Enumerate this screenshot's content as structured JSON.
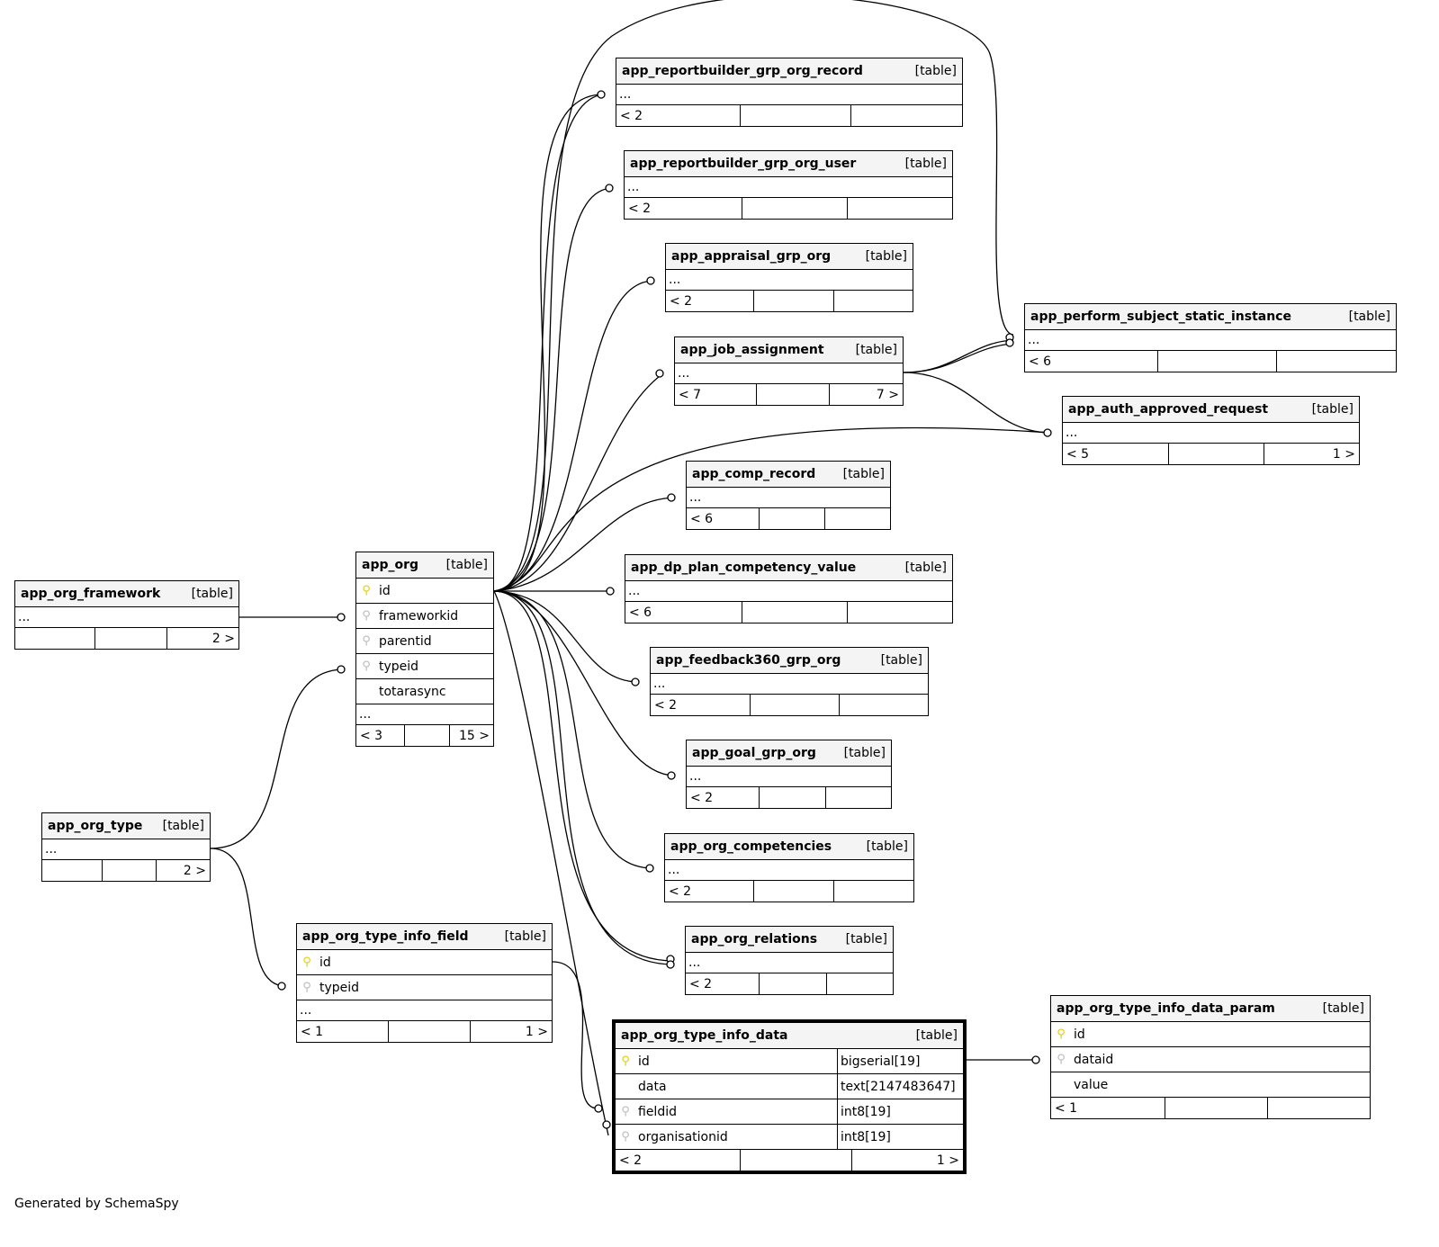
{
  "credit": "Generated by SchemaSpy",
  "tables": [
    {
      "id": "rgor",
      "name": "app_reportbuilder_grp_org_record",
      "kind": "[table]",
      "columns": [],
      "more": "...",
      "footer": [
        "< 2",
        "",
        ""
      ]
    },
    {
      "id": "rgou",
      "name": "app_reportbuilder_grp_org_user",
      "kind": "[table]",
      "columns": [],
      "more": "...",
      "footer": [
        "< 2",
        "",
        ""
      ]
    },
    {
      "id": "appr",
      "name": "app_appraisal_grp_org",
      "kind": "[table]",
      "columns": [],
      "more": "...",
      "footer": [
        "< 2",
        "",
        ""
      ]
    },
    {
      "id": "job",
      "name": "app_job_assignment",
      "kind": "[table]",
      "columns": [],
      "more": "...",
      "footer": [
        "< 7",
        "",
        "7 >"
      ]
    },
    {
      "id": "comp",
      "name": "app_comp_record",
      "kind": "[table]",
      "columns": [],
      "more": "...",
      "footer": [
        "< 6",
        "",
        ""
      ]
    },
    {
      "id": "dp",
      "name": "app_dp_plan_competency_value",
      "kind": "[table]",
      "columns": [],
      "more": "...",
      "footer": [
        "< 6",
        "",
        ""
      ]
    },
    {
      "id": "fb",
      "name": "app_feedback360_grp_org",
      "kind": "[table]",
      "columns": [],
      "more": "...",
      "footer": [
        "< 2",
        "",
        ""
      ]
    },
    {
      "id": "goal",
      "name": "app_goal_grp_org",
      "kind": "[table]",
      "columns": [],
      "more": "...",
      "footer": [
        "< 2",
        "",
        ""
      ]
    },
    {
      "id": "ocomp",
      "name": "app_org_competencies",
      "kind": "[table]",
      "columns": [],
      "more": "...",
      "footer": [
        "< 2",
        "",
        ""
      ]
    },
    {
      "id": "orel",
      "name": "app_org_relations",
      "kind": "[table]",
      "columns": [],
      "more": "...",
      "footer": [
        "< 2",
        "",
        ""
      ]
    },
    {
      "id": "perf",
      "name": "app_perform_subject_static_instance",
      "kind": "[table]",
      "columns": [],
      "more": "...",
      "footer": [
        "< 6",
        "",
        ""
      ]
    },
    {
      "id": "auth",
      "name": "app_auth_approved_request",
      "kind": "[table]",
      "columns": [],
      "more": "...",
      "footer": [
        "< 5",
        "",
        "1 >"
      ]
    },
    {
      "id": "ofw",
      "name": "app_org_framework",
      "kind": "[table]",
      "columns": [],
      "more": "...",
      "footer": [
        "",
        "",
        "2 >"
      ]
    },
    {
      "id": "otype",
      "name": "app_org_type",
      "kind": "[table]",
      "columns": [],
      "more": "...",
      "footer": [
        "",
        "",
        "2 >"
      ]
    },
    {
      "id": "org",
      "name": "app_org",
      "kind": "[table]",
      "columns": [
        {
          "name": "id",
          "key": "pk"
        },
        {
          "name": "frameworkid",
          "key": "fk"
        },
        {
          "name": "parentid",
          "key": "fk"
        },
        {
          "name": "typeid",
          "key": "fk"
        },
        {
          "name": "totarasync",
          "key": ""
        }
      ],
      "more": "...",
      "footer": [
        "< 3",
        "",
        "15 >"
      ]
    },
    {
      "id": "otif",
      "name": "app_org_type_info_field",
      "kind": "[table]",
      "columns": [
        {
          "name": "id",
          "key": "pk"
        },
        {
          "name": "typeid",
          "key": "fk"
        }
      ],
      "more": "...",
      "footer": [
        "< 1",
        "",
        "1 >"
      ]
    },
    {
      "id": "otid",
      "name": "app_org_type_info_data",
      "kind": "[table]",
      "focus": true,
      "columns": [
        {
          "name": "id",
          "key": "pk",
          "type": "bigserial[19]"
        },
        {
          "name": "data",
          "key": "",
          "type": "text[2147483647]"
        },
        {
          "name": "fieldid",
          "key": "fk",
          "type": "int8[19]"
        },
        {
          "name": "organisationid",
          "key": "fk",
          "type": "int8[19]"
        }
      ],
      "more": null,
      "footer": [
        "< 2",
        "",
        "1 >"
      ]
    },
    {
      "id": "otidp",
      "name": "app_org_type_info_data_param",
      "kind": "[table]",
      "columns": [
        {
          "name": "id",
          "key": "pk"
        },
        {
          "name": "dataid",
          "key": "fk"
        },
        {
          "name": "value",
          "key": ""
        }
      ],
      "more": null,
      "footer": [
        "< 1",
        "",
        ""
      ]
    }
  ]
}
